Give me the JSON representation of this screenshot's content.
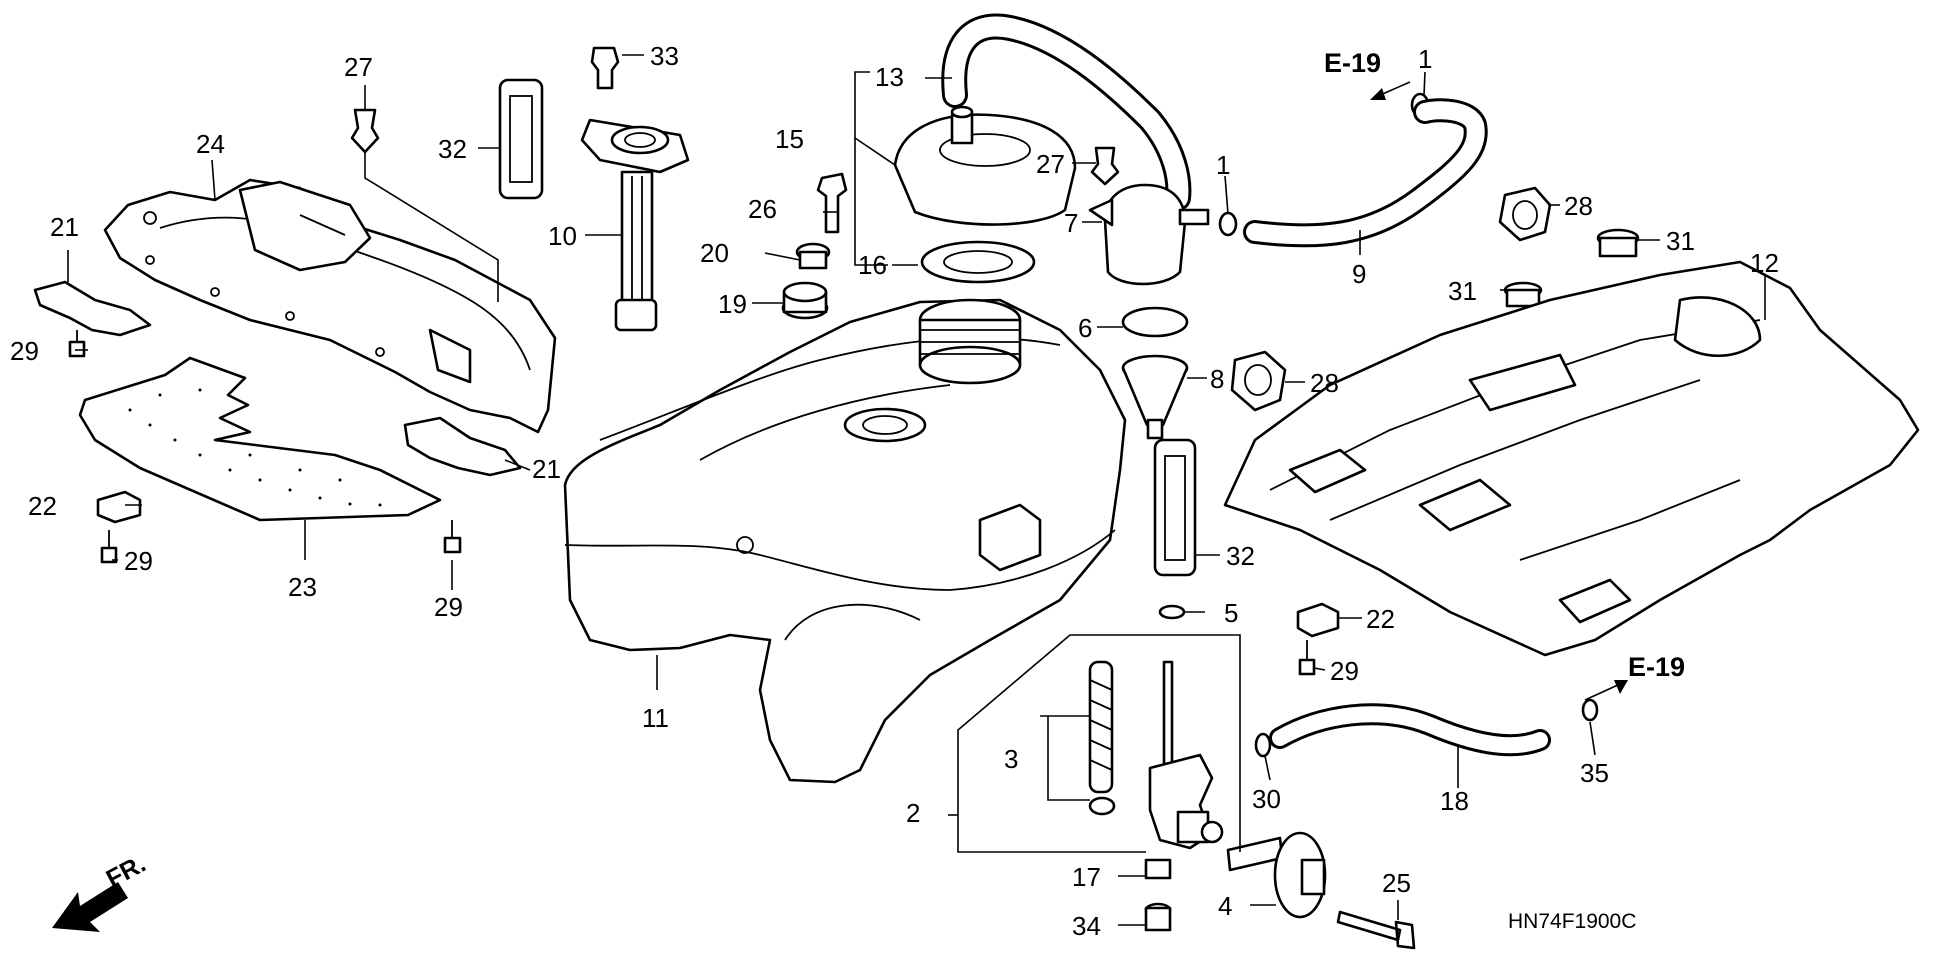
{
  "diagram": {
    "code": "HN74F1900C",
    "front_label": "FR.",
    "refs": [
      "E-19",
      "E-19"
    ],
    "callouts": [
      {
        "id": "c1a",
        "label": "1"
      },
      {
        "id": "c1b",
        "label": "1"
      },
      {
        "id": "c2",
        "label": "2"
      },
      {
        "id": "c3",
        "label": "3"
      },
      {
        "id": "c4",
        "label": "4"
      },
      {
        "id": "c5",
        "label": "5"
      },
      {
        "id": "c6",
        "label": "6"
      },
      {
        "id": "c7",
        "label": "7"
      },
      {
        "id": "c8",
        "label": "8"
      },
      {
        "id": "c9",
        "label": "9"
      },
      {
        "id": "c10",
        "label": "10"
      },
      {
        "id": "c11",
        "label": "11"
      },
      {
        "id": "c12",
        "label": "12"
      },
      {
        "id": "c13",
        "label": "13"
      },
      {
        "id": "c15",
        "label": "15"
      },
      {
        "id": "c16",
        "label": "16"
      },
      {
        "id": "c17",
        "label": "17"
      },
      {
        "id": "c18",
        "label": "18"
      },
      {
        "id": "c19",
        "label": "19"
      },
      {
        "id": "c20",
        "label": "20"
      },
      {
        "id": "c21a",
        "label": "21"
      },
      {
        "id": "c21b",
        "label": "21"
      },
      {
        "id": "c22a",
        "label": "22"
      },
      {
        "id": "c22b",
        "label": "22"
      },
      {
        "id": "c23",
        "label": "23"
      },
      {
        "id": "c24",
        "label": "24"
      },
      {
        "id": "c25",
        "label": "25"
      },
      {
        "id": "c26",
        "label": "26"
      },
      {
        "id": "c27a",
        "label": "27"
      },
      {
        "id": "c27b",
        "label": "27"
      },
      {
        "id": "c28a",
        "label": "28"
      },
      {
        "id": "c28b",
        "label": "28"
      },
      {
        "id": "c29a",
        "label": "29"
      },
      {
        "id": "c29b",
        "label": "29"
      },
      {
        "id": "c29c",
        "label": "29"
      },
      {
        "id": "c29d",
        "label": "29"
      },
      {
        "id": "c30",
        "label": "30"
      },
      {
        "id": "c31a",
        "label": "31"
      },
      {
        "id": "c31b",
        "label": "31"
      },
      {
        "id": "c32a",
        "label": "32"
      },
      {
        "id": "c32b",
        "label": "32"
      },
      {
        "id": "c33",
        "label": "33"
      },
      {
        "id": "c34",
        "label": "34"
      },
      {
        "id": "c35",
        "label": "35"
      }
    ]
  }
}
